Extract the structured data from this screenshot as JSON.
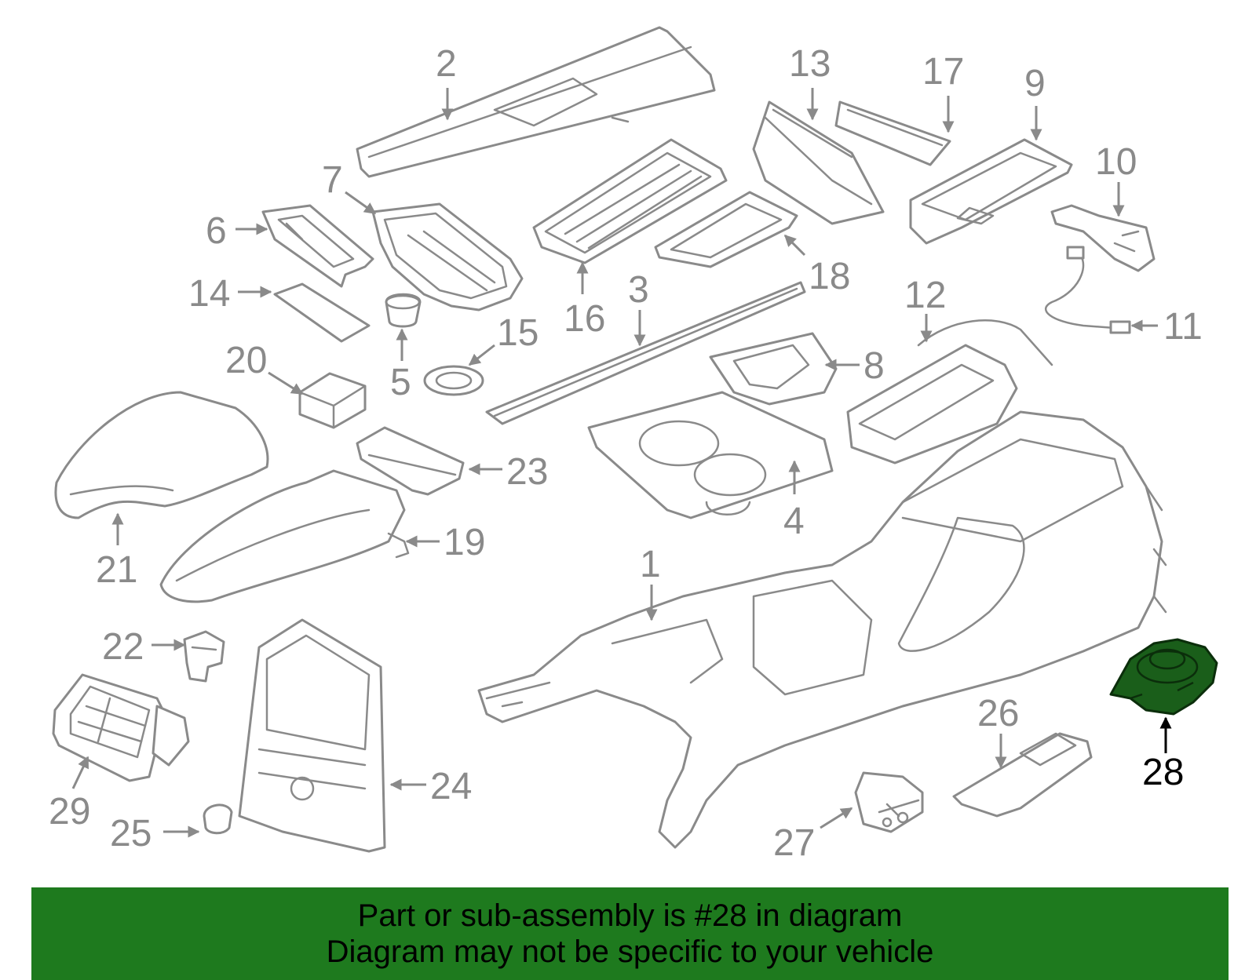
{
  "callouts": {
    "c1": "1",
    "c2": "2",
    "c3": "3",
    "c4": "4",
    "c5": "5",
    "c6": "6",
    "c7": "7",
    "c8": "8",
    "c9": "9",
    "c10": "10",
    "c11": "11",
    "c12": "12",
    "c13": "13",
    "c14": "14",
    "c15": "15",
    "c16": "16",
    "c17": "17",
    "c18": "18",
    "c19": "19",
    "c20": "20",
    "c21": "21",
    "c22": "22",
    "c23": "23",
    "c24": "24",
    "c25": "25",
    "c26": "26",
    "c27": "27",
    "c28": "28",
    "c29": "29"
  },
  "highlighted_part": "28",
  "colors": {
    "line_art": "#8a8a8a",
    "highlight_part": "#1a5e1a",
    "banner_background": "#1e7a1e",
    "banner_text": "#000000"
  },
  "banner": {
    "line1": "Part or sub-assembly is #28 in diagram",
    "line2": "Diagram may not be specific to your vehicle"
  }
}
